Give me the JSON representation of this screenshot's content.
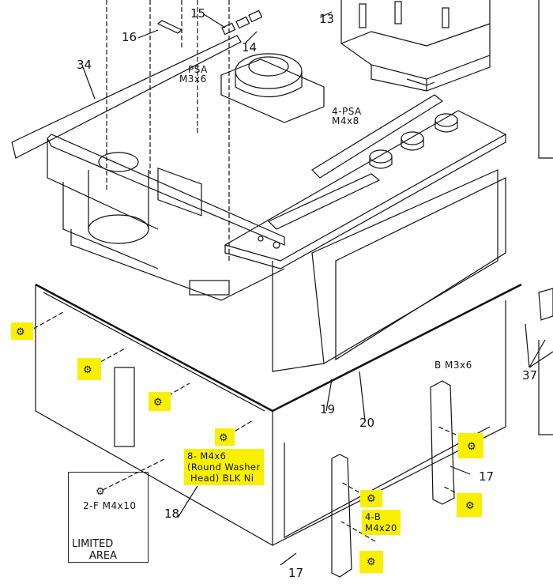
{
  "diagram": {
    "title": "Exploded view — chassis assembly",
    "highlight_color": "#f8f000",
    "line_color": "#111111",
    "part_numbers": [
      {
        "id": "13",
        "label": "13"
      },
      {
        "id": "14",
        "label": "14"
      },
      {
        "id": "15",
        "label": "15"
      },
      {
        "id": "16",
        "label": "16"
      },
      {
        "id": "17a",
        "label": "17"
      },
      {
        "id": "17b",
        "label": "17"
      },
      {
        "id": "18",
        "label": "18"
      },
      {
        "id": "19",
        "label": "19"
      },
      {
        "id": "20",
        "label": "20"
      },
      {
        "id": "34",
        "label": "34"
      },
      {
        "id": "37",
        "label": "37"
      }
    ],
    "screw_specs": {
      "psa_m3x6": {
        "line1": "PSA",
        "line2": "M3x6"
      },
      "psa_m4x8": {
        "line1": "4-PSA",
        "line2": "M4x8"
      },
      "b_m3x6": {
        "text": "B M3x6"
      },
      "f_m4x10": {
        "text": "2-F M4x10"
      }
    },
    "highlighted_notes": {
      "round_washer": {
        "line1": "8- M4x6",
        "line2": "(Round Washer",
        "line3": " Head) BLK Ni"
      },
      "b_m4x20": {
        "line1": "4-B",
        "line2": "M4x20"
      }
    },
    "limited_area": {
      "line1": "LIMITED",
      "line2": "AREA"
    },
    "highlighted_screws": [
      {
        "name": "round-washer-screw-1"
      },
      {
        "name": "round-washer-screw-2"
      },
      {
        "name": "round-washer-screw-3"
      },
      {
        "name": "round-washer-screw-4"
      },
      {
        "name": "b-screw-1"
      },
      {
        "name": "b-screw-2"
      },
      {
        "name": "b-screw-3"
      },
      {
        "name": "b-screw-4"
      }
    ]
  }
}
